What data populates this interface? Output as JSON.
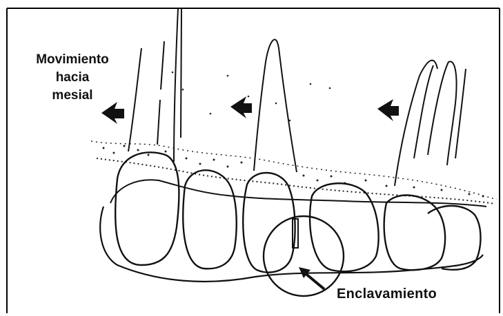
{
  "labels": {
    "movement_line1": "Movimiento",
    "movement_line2": "hacia",
    "movement_line3": "mesial",
    "interlock": "Enclavamiento"
  },
  "colors": {
    "ink": "#111111",
    "background": "#ffffff",
    "frame_border": "#000000"
  },
  "icons": [
    "arrow-left-icon"
  ]
}
